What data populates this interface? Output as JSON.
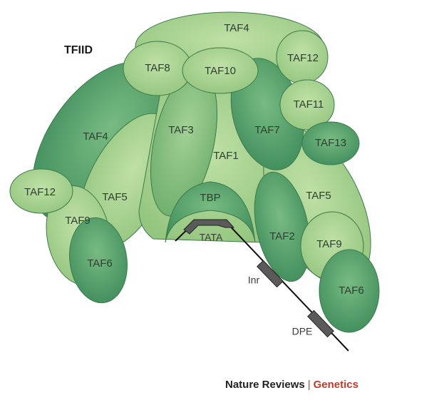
{
  "title": "TFIID",
  "labels": {
    "taf4_top": "TAF4",
    "taf12_top": "TAF12",
    "taf8": "TAF8",
    "taf10": "TAF10",
    "taf11": "TAF11",
    "taf4_left": "TAF4",
    "taf3": "TAF3",
    "taf7": "TAF7",
    "taf13": "TAF13",
    "taf1": "TAF1",
    "taf12_left": "TAF12",
    "taf5_left": "TAF5",
    "taf9_left": "TAF9",
    "taf6_left": "TAF6",
    "tbp": "TBP",
    "taf5_right": "TAF5",
    "taf2": "TAF2",
    "taf9_right": "TAF9",
    "taf6_right": "TAF6"
  },
  "dna": {
    "tata": "TATA",
    "inr": "Inr",
    "dpe": "DPE"
  },
  "footer": {
    "journal": "Nature Reviews",
    "separator": "|",
    "section": "Genetics"
  },
  "colors": {
    "light_green": "#a8d18e",
    "mid_green": "#7fbf7a",
    "dark_green": "#4e9f68",
    "accent_red": "#c0392b"
  }
}
